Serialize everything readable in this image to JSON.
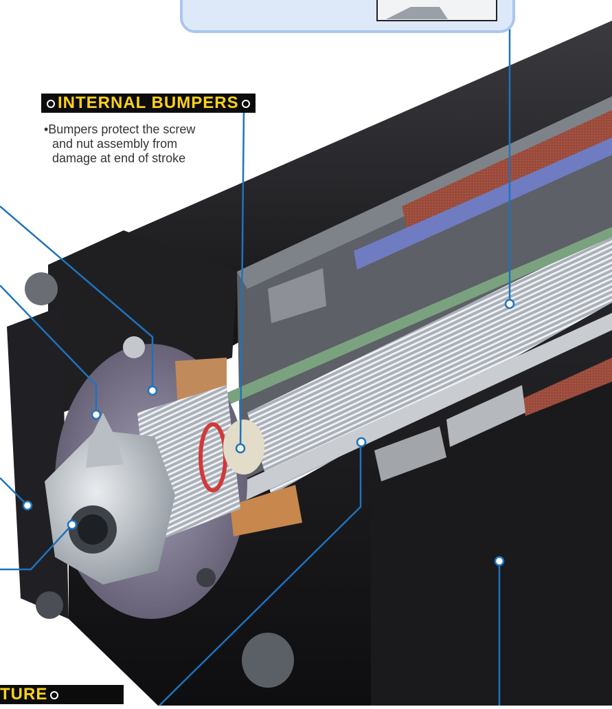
{
  "callouts": {
    "internal_bumpers": {
      "title": "INTERNAL BUMPERS",
      "desc_lines": [
        "•Bumpers protect the screw",
        "and nut assembly from",
        "damage at end of stroke"
      ]
    },
    "bottom_partial": {
      "title": "TURE"
    }
  },
  "colors": {
    "leader": "#1e73be",
    "heading_bg": "#0c0c0c",
    "heading_text": "#ffd21a",
    "callout_box_fill": "#dde9f8",
    "callout_box_border": "#a9c6ee",
    "housing": "#1b1b1e",
    "screw": "#c7cbd1",
    "brake_pad": "#9a4b3b",
    "blue_strip": "#6f7cc2",
    "flange": "#7c7690",
    "bronze": "#c18a5a",
    "bumper": "#e2dcc8",
    "seal": "#d03a3a"
  }
}
